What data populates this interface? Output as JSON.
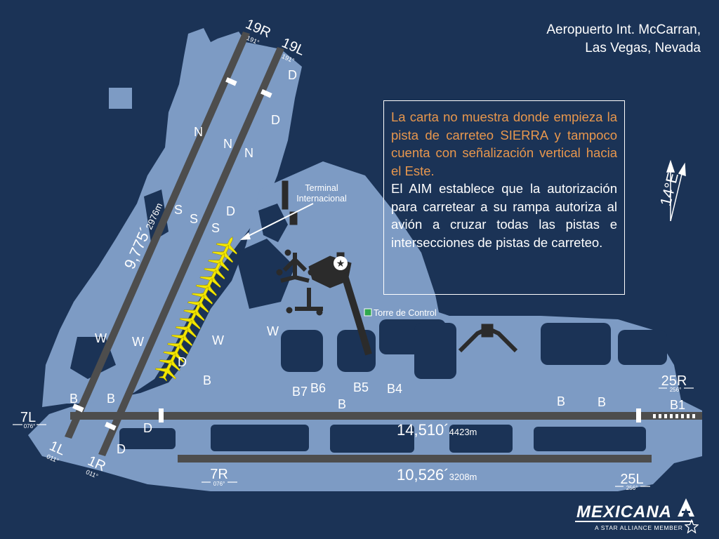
{
  "title": {
    "line1": "Aeropuerto Int. McCarran,",
    "line2": "Las Vegas, Nevada"
  },
  "note": {
    "p1": "La carta no muestra donde empieza la pista de carreteo SIERRA y tampoco cuenta con señalización vertical hacia el Este.",
    "p2": "El AIM establece que la autorización para carretear a su rampa autoriza al avión a cruzar todas las pistas e intersecciones de pistas de carreteo."
  },
  "terminal_label": {
    "line1": "Terminal",
    "line2": "Internacional"
  },
  "tower_label": "Torre de Control",
  "compass": "14°E",
  "runways": {
    "r19r": {
      "id": "19R",
      "heading": "191°"
    },
    "r19l": {
      "id": "19L",
      "heading": "191°"
    },
    "r25r": {
      "id": "25R",
      "heading": "256°"
    },
    "r25l": {
      "id": "25L",
      "heading": "256°"
    },
    "r7l": {
      "id": "7L",
      "heading": "076°"
    },
    "r7r": {
      "id": "7R",
      "heading": "076°"
    },
    "r1l": {
      "id": "1L",
      "heading": "011°"
    },
    "r1r": {
      "id": "1R",
      "heading": "011°"
    },
    "len_ew_long": {
      "feet": "14,510´",
      "meters": "4423m"
    },
    "len_ew_short": {
      "feet": "10,526´",
      "meters": "3208m"
    },
    "len_diag": {
      "feet": "9,775´",
      "meters": "2976m"
    }
  },
  "taxiways": [
    "D",
    "D",
    "D",
    "N",
    "N",
    "N",
    "S",
    "S",
    "S",
    "D",
    "W",
    "W",
    "W",
    "W",
    "B",
    "B",
    "B",
    "B7",
    "B6",
    "B5",
    "B4",
    "B",
    "B",
    "B",
    "B1",
    "D",
    "D"
  ],
  "colors": {
    "background": "#1b3356",
    "apron": "#7d9bc4",
    "runway": "#4d4d4d",
    "aircraft": "#f2e600",
    "note_orange": "#e8974d",
    "tower": "#2fa84f"
  },
  "brand": {
    "name": "MEXICANA",
    "tagline": "A STAR ALLIANCE MEMBER"
  }
}
